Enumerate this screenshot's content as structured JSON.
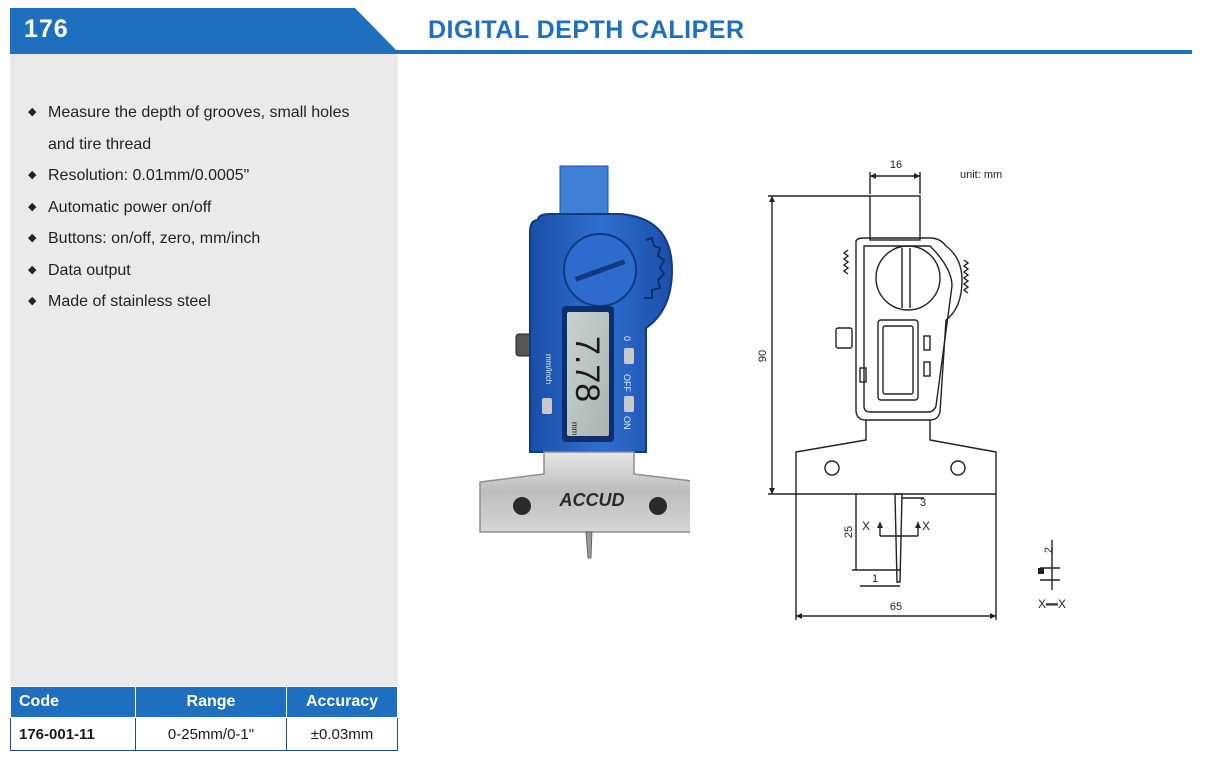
{
  "header": {
    "number": "176",
    "title": "DIGITAL DEPTH CALIPER"
  },
  "features": [
    "Measure the depth of grooves, small holes and tire thread",
    "Resolution: 0.01mm/0.0005\"",
    "Automatic power on/off",
    "Buttons: on/off, zero, mm/inch",
    "Data output",
    "Made of stainless steel"
  ],
  "product_photo": {
    "display_reading": "7.78",
    "display_unit": "mm",
    "button_labels": [
      "mm/inch",
      "0",
      "OFF",
      "ON"
    ],
    "brand": "ACCUD"
  },
  "drawing": {
    "unit_note": "unit: mm",
    "dimensions": {
      "top_width": "16",
      "height": "90",
      "probe_offset": "3",
      "probe_length": "25",
      "probe_tip": "1",
      "base_width": "65",
      "tip_detail": "2"
    },
    "section_labels": [
      "X",
      "X",
      "X—X"
    ]
  },
  "spec_table": {
    "headers": [
      "Code",
      "Range",
      "Accuracy"
    ],
    "rows": [
      [
        "176-001-11",
        "0-25mm/0-1\"",
        "±0.03mm"
      ]
    ]
  },
  "colors": {
    "brand_blue": "#1f6fc0",
    "panel_grey": "#eaeaea"
  }
}
